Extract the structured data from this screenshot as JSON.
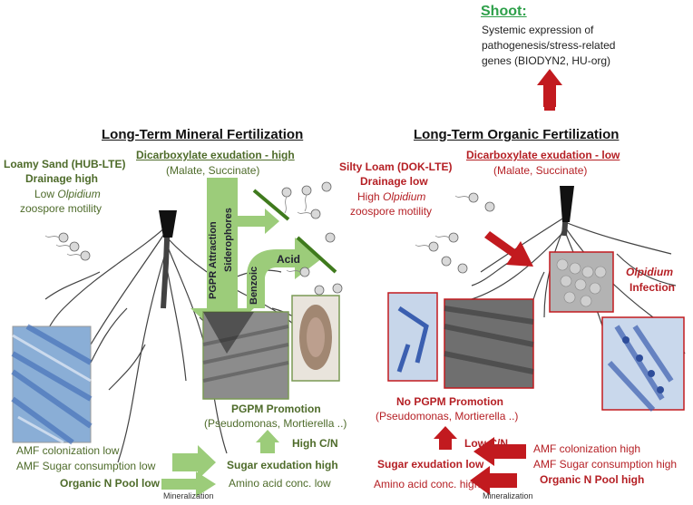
{
  "shoot": {
    "title": "Shoot:",
    "line1": "Systemic expression of",
    "line2": "pathogenesis/stress-related",
    "line3": "genes (BIODYN2,  HU-org)"
  },
  "mineral": {
    "heading": "Long-Term Mineral Fertilization",
    "soil": "Loamy Sand (HUB-LTE)",
    "drainage": "Drainage high",
    "olpidium_pre": "Low ",
    "olpidium_word": "Olpidium",
    "zoospore": "zoospore motility",
    "dicarb": "Dicarboxylate exudation - high",
    "dicarb_sub": "(Malate, Succinate)",
    "pgpr": "PGPR Attraction",
    "siderophores": "Siderophores",
    "benzoic": "Benzoic",
    "acid": "Acid",
    "pgpm": "PGPM Promotion",
    "pgpm_sub": "(Pseudomonas, Mortierella ..)",
    "cn": "High C/N",
    "amf1": "AMF colonization low",
    "amf2": "AMF Sugar consumption low",
    "sugar": "Sugar exudation high",
    "npool": "Organic N Pool low",
    "amino": "Amino acid conc. low",
    "mineralization": "Mineralization"
  },
  "organic": {
    "heading": "Long-Term Organic Fertilization",
    "soil": "Silty Loam (DOK-LTE)",
    "drainage": "Drainage low",
    "olpidium_pre": "High ",
    "olpidium_word": "Olpidium",
    "zoospore": "zoospore motility",
    "dicarb": "Dicarboxylate exudation - low",
    "dicarb_sub": "(Malate, Succinate)",
    "infection_word": "Olpidium",
    "infection": "Infection",
    "pgpm": "No PGPM Promotion",
    "pgpm_sub": "(Pseudomonas, Mortierella ..)",
    "cn": "Low C/N",
    "amf1": "AMF colonization high",
    "amf2": "AMF Sugar consumption high",
    "sugar": "Sugar exudation low",
    "npool": "Organic N Pool high",
    "amino": "Amino acid conc. high",
    "mineralization": "Mineralization"
  },
  "colors": {
    "mineral_green": "#4e6b2a",
    "arrow_green": "#9ccc7a",
    "organic_red": "#b51f24",
    "shoot_green": "#2ea04a"
  }
}
